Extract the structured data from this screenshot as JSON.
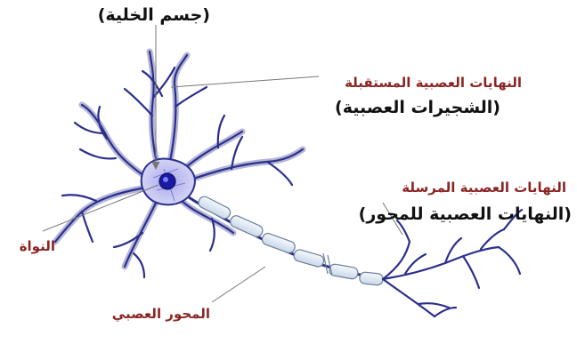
{
  "labels": {
    "cell_body": "(جسم الخلية)",
    "receiving_endings": "النهايات العصبية المستقبلة",
    "dendrites": "(الشجيرات العصبية)",
    "sending_endings": "النهايات العصبية المرسلة",
    "axon_terminals": "(النهايات العصبية للمحور)",
    "nucleus": "النواة",
    "axon": "المحور العصبي"
  },
  "colors": {
    "neuron_outline": "#2b2f8c",
    "neuron_fill": "#c9c9f2",
    "nucleus": "#1a1aa6",
    "myelin": "#dde8f4",
    "label_red": "#8b2525",
    "label_black": "#111111",
    "pointer_line": "#777777"
  }
}
